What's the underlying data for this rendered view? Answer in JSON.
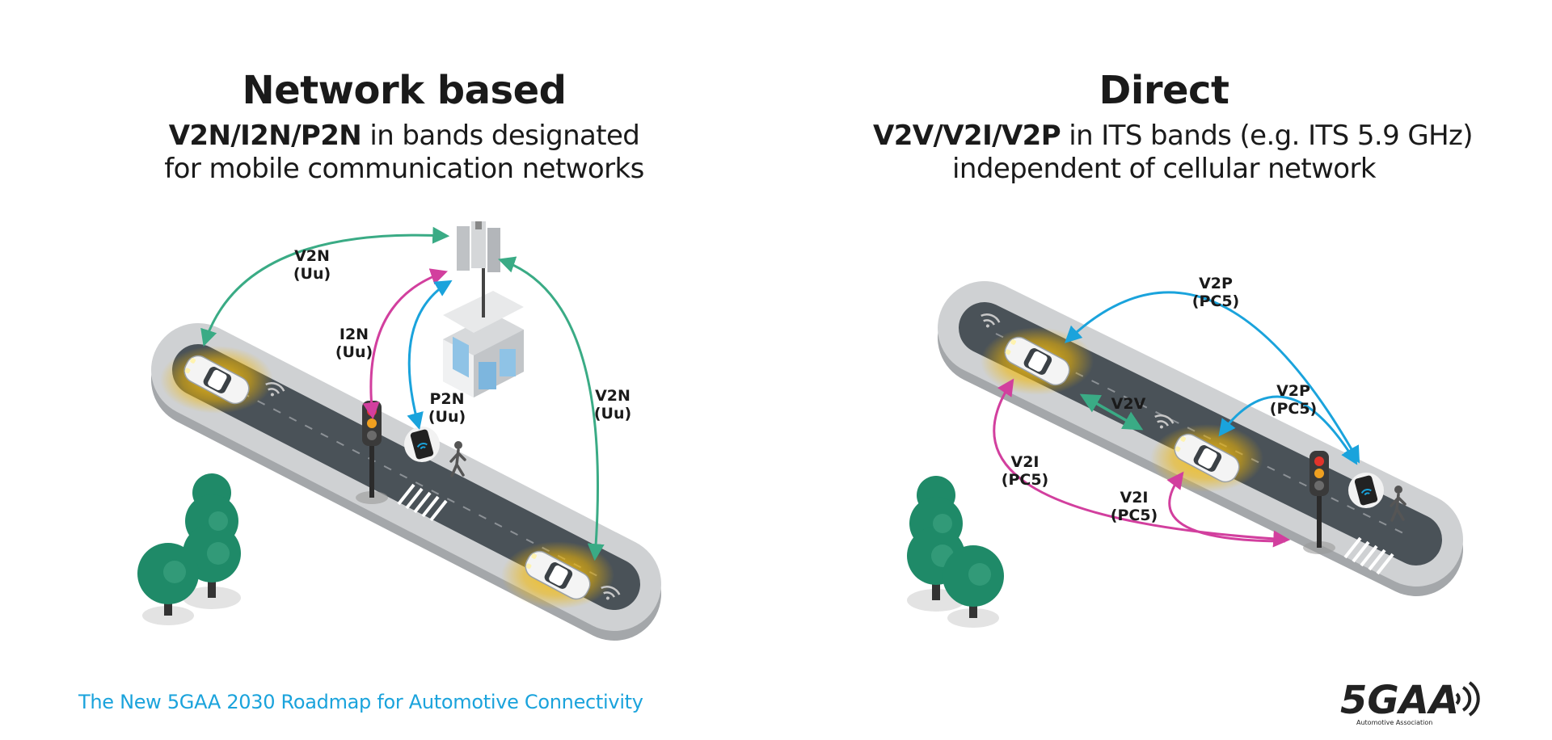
{
  "left_panel": {
    "title": "Network based",
    "subtitle_bold": "V2N/I2N/P2N",
    "subtitle_rest": " in bands designated",
    "subtitle_line2": "for mobile communication networks",
    "labels": {
      "v2n_left": [
        "V2N",
        "(Uu)"
      ],
      "i2n": [
        "I2N",
        "(Uu)"
      ],
      "p2n": [
        "P2N",
        "(Uu)"
      ],
      "v2n_right": [
        "V2N",
        "(Uu)"
      ]
    }
  },
  "right_panel": {
    "title": "Direct",
    "subtitle_bold": "V2V/V2I/V2P",
    "subtitle_rest": " in ITS bands (e.g. ITS 5.9 GHz)",
    "subtitle_line2": "independent of cellular network",
    "labels": {
      "v2p_top": [
        "V2P",
        "(PC5)"
      ],
      "v2p_mid": [
        "V2P",
        "(PC5)"
      ],
      "v2v": [
        "V2V"
      ],
      "v2i_left": [
        "V2I",
        "(PC5)"
      ],
      "v2i_mid": [
        "V2I",
        "(PC5)"
      ]
    }
  },
  "footer": "The New 5GAA 2030 Roadmap for Automotive Connectivity",
  "logo": {
    "text": "5GAA",
    "tagline": "Automotive Association"
  },
  "colors": {
    "green_arrow": "#3aab85",
    "magenta_arrow": "#d23f9e",
    "blue_arrow": "#1aa3dc",
    "footer_text": "#1aa3dc",
    "road_asphalt": "#4a5258",
    "road_curb": "#c9cbcd",
    "tree": "#1f8a68",
    "car_glow": "#f2b600"
  },
  "icons": [
    "car-icon",
    "cell-tower-icon",
    "traffic-light-icon",
    "smartphone-icon",
    "pedestrian-icon",
    "tree-icon",
    "wifi-signal-icon"
  ]
}
